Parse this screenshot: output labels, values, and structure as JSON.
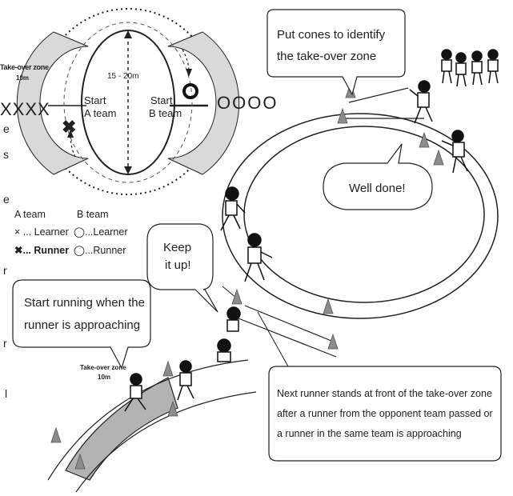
{
  "diagram": {
    "take_over_zone_top": "Take-over zone",
    "take_over_zone_top_length": "10m",
    "distance_label": "15 - 20m",
    "start_a_line1": "Start",
    "start_a_line2": "A team",
    "start_b_line1": "Start",
    "start_b_line2": "B team",
    "a_team_queue": "XXXX",
    "b_team_queue": "OOOO",
    "left_edge_fragments": [
      "e",
      "s",
      "e",
      "r",
      "r",
      "l"
    ]
  },
  "legend": {
    "a_team_title": "A team",
    "b_team_title": "B team",
    "a_learner": "× ... Learner",
    "a_runner": "✖... Runner",
    "b_learner": "◯...Learner",
    "b_runner": "◯...Runner"
  },
  "bubbles": {
    "cones": [
      "Put cones to identify",
      "the take-over zone"
    ],
    "well_done": "Well done!",
    "keep_it_up": [
      "Keep",
      "it up!"
    ],
    "start_running": [
      "Start running when the",
      "runner is approaching"
    ],
    "next_runner": [
      "Next runner stands at front of the take-over zone",
      "after a runner from the opponent team passed or",
      "a runner in the same team is approaching"
    ]
  },
  "zone_label_bottom": {
    "title": "Take-over zone",
    "length": "10m"
  },
  "colors": {
    "zone_fill": "#d9d9d9",
    "lane_fill": "#b3b3b3",
    "cone": "#8c8c8c",
    "line": "#222222"
  }
}
